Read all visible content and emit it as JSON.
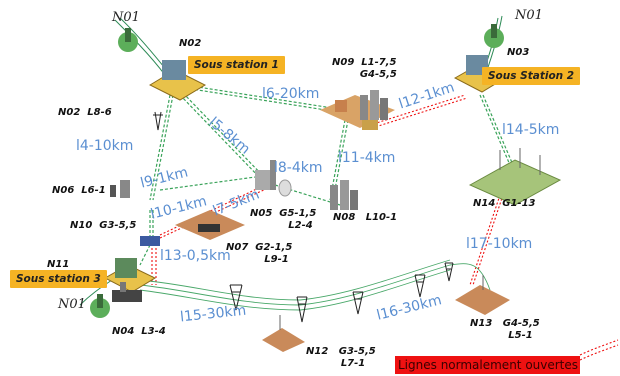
{
  "stations": {
    "s1": "Sous station 1",
    "s2": "Sous Station 2",
    "s3": "Sous station 3"
  },
  "external": {
    "top_left": "N01",
    "top_right": "N01",
    "bottom_left": "N01"
  },
  "nodes": {
    "n02_top": "N02",
    "n02_desc": "N02  L8-6",
    "n03": "N03",
    "n09": "N09  L1-7,5\n        G4-5,5",
    "n06": "N06  L6-1",
    "n10": "N10  G3-5,5",
    "n05": "N05  G5-1,5\n           L2-4",
    "n08": "N08   L10-1",
    "n07": "N07  G2-1,5\n           L9-1",
    "n14": "N14  G1-13",
    "n11": "N11",
    "n04": "N04  L3-4",
    "n12": "N12   G3-5,5\n          L7-1",
    "n13": "N13   G4-5,5\n           L5-1"
  },
  "lines": {
    "l6": "l6-20km",
    "l12": "l12-1km",
    "l4": "l4-10km",
    "l5": "l5-8km",
    "l14": "l14-5km",
    "l8": "l8-4km",
    "l11": "l11-4km",
    "l9": "l9-1km",
    "l10": "l10-1km",
    "l7": "l7-5km",
    "l13": "l13-0,5km",
    "l17": "l17-10km",
    "l15": "l15-30km",
    "l16": "l16-30km"
  },
  "legend": {
    "open_lines": "Lignes normalement ouvertes"
  },
  "colors": {
    "station_box": "#f5b324",
    "line_label": "#5b8fd1",
    "open_line": "#ee1111",
    "closed_line": "#3aa35a"
  }
}
